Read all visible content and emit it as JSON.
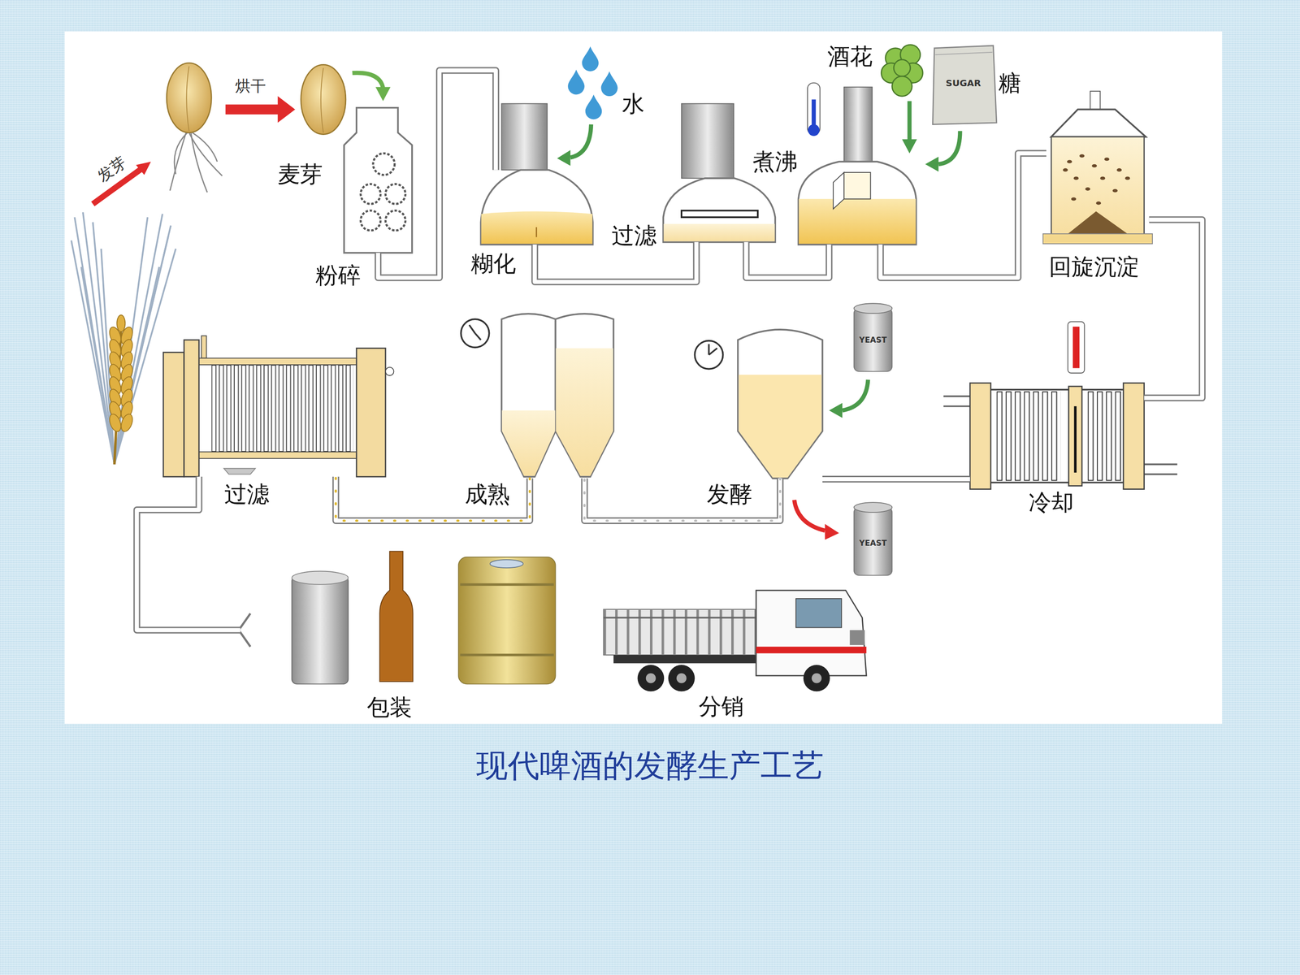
{
  "diagram": {
    "caption": "现代啤酒的发酵生产工艺",
    "nodes": [
      {
        "text": [
          "粉碎"
        ]
      },
      {
        "text": [
          "糊化"
        ]
      },
      {
        "text": [
          "过滤"
        ]
      },
      {
        "text": [
          "煮沸"
        ]
      },
      {
        "text": [
          "回旋沉淀"
        ]
      },
      {
        "text": [
          "冷却"
        ]
      },
      {
        "text": [
          "发酵"
        ]
      },
      {
        "text": [
          "成熟"
        ]
      },
      {
        "text": [
          "过滤"
        ]
      },
      {
        "text": [
          "包装"
        ]
      }
    ],
    "edges": [
      {
        "from": 0,
        "to": 1,
        "arrow": "none"
      },
      {
        "from": 1,
        "to": 2,
        "arrow": "none"
      },
      {
        "from": 2,
        "to": 3,
        "arrow": "none"
      },
      {
        "from": 3,
        "to": 4,
        "arrow": "none"
      },
      {
        "from": 4,
        "to": 5,
        "arrow": "none"
      },
      {
        "from": 5,
        "to": 6,
        "arrow": "none"
      },
      {
        "from": 6,
        "to": 7,
        "arrow": "none"
      },
      {
        "from": 7,
        "to": 8,
        "arrow": "none"
      },
      {
        "from": 8,
        "to": 9,
        "arrow": "none"
      }
    ],
    "labels": [
      "发芽",
      "烘干",
      "麦芽",
      "水",
      "酒花",
      "SUGAR",
      "糖",
      "YEAST",
      "YEAST",
      "分销"
    ]
  }
}
